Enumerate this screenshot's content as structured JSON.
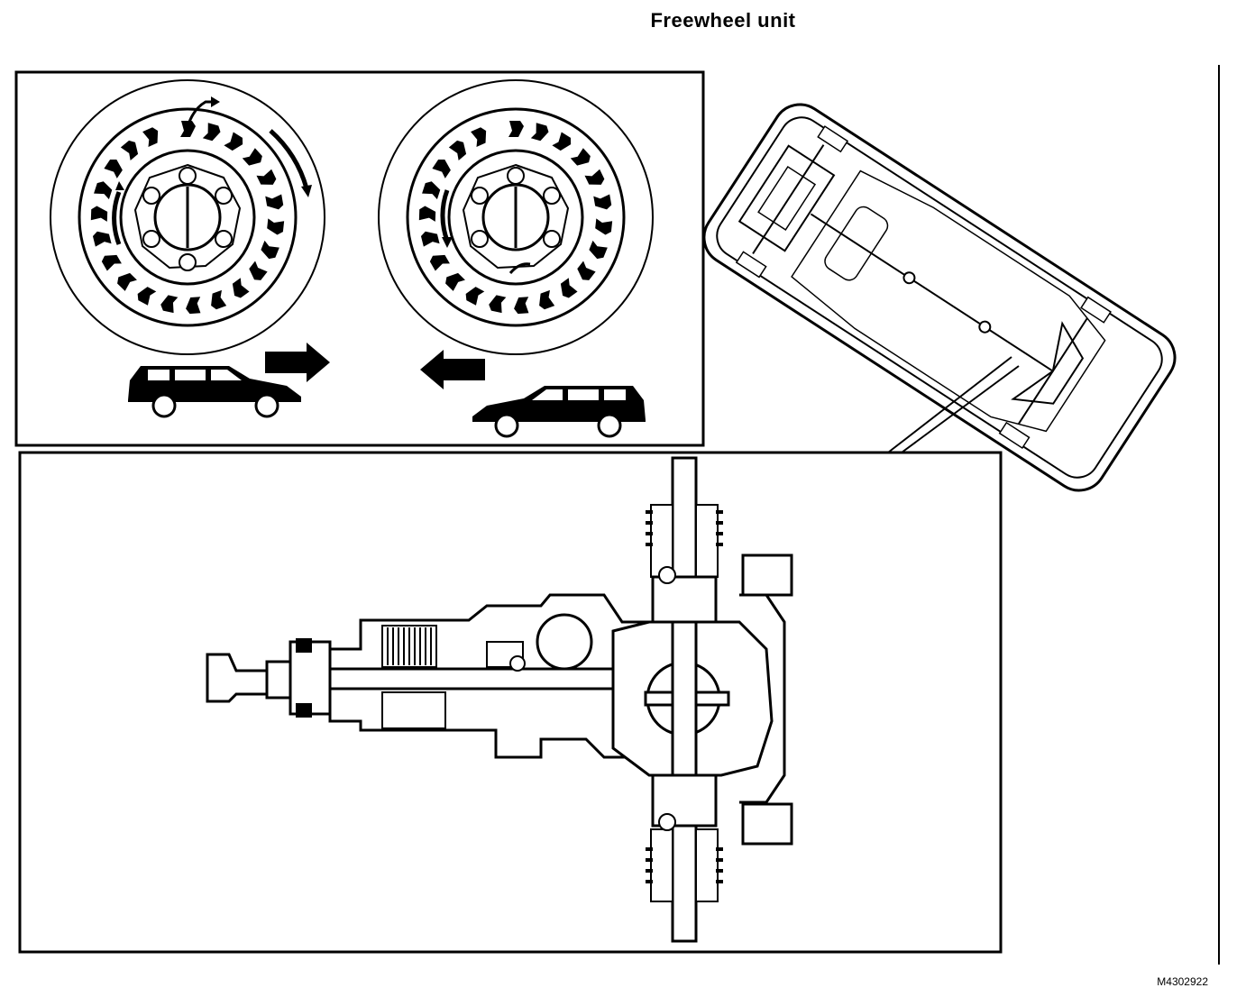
{
  "figure": {
    "title": "Freewheel unit",
    "figure_code": "M4302922",
    "panels": [
      {
        "id": "freewheel-detail",
        "depicts": "freewheel rollers, drive direction and reverse direction"
      },
      {
        "id": "vehicle-overview",
        "depicts": "vehicle chassis with rear axle location"
      },
      {
        "id": "rear-axle-section",
        "depicts": "cross-section of rear differential with freewheel unit"
      }
    ]
  }
}
